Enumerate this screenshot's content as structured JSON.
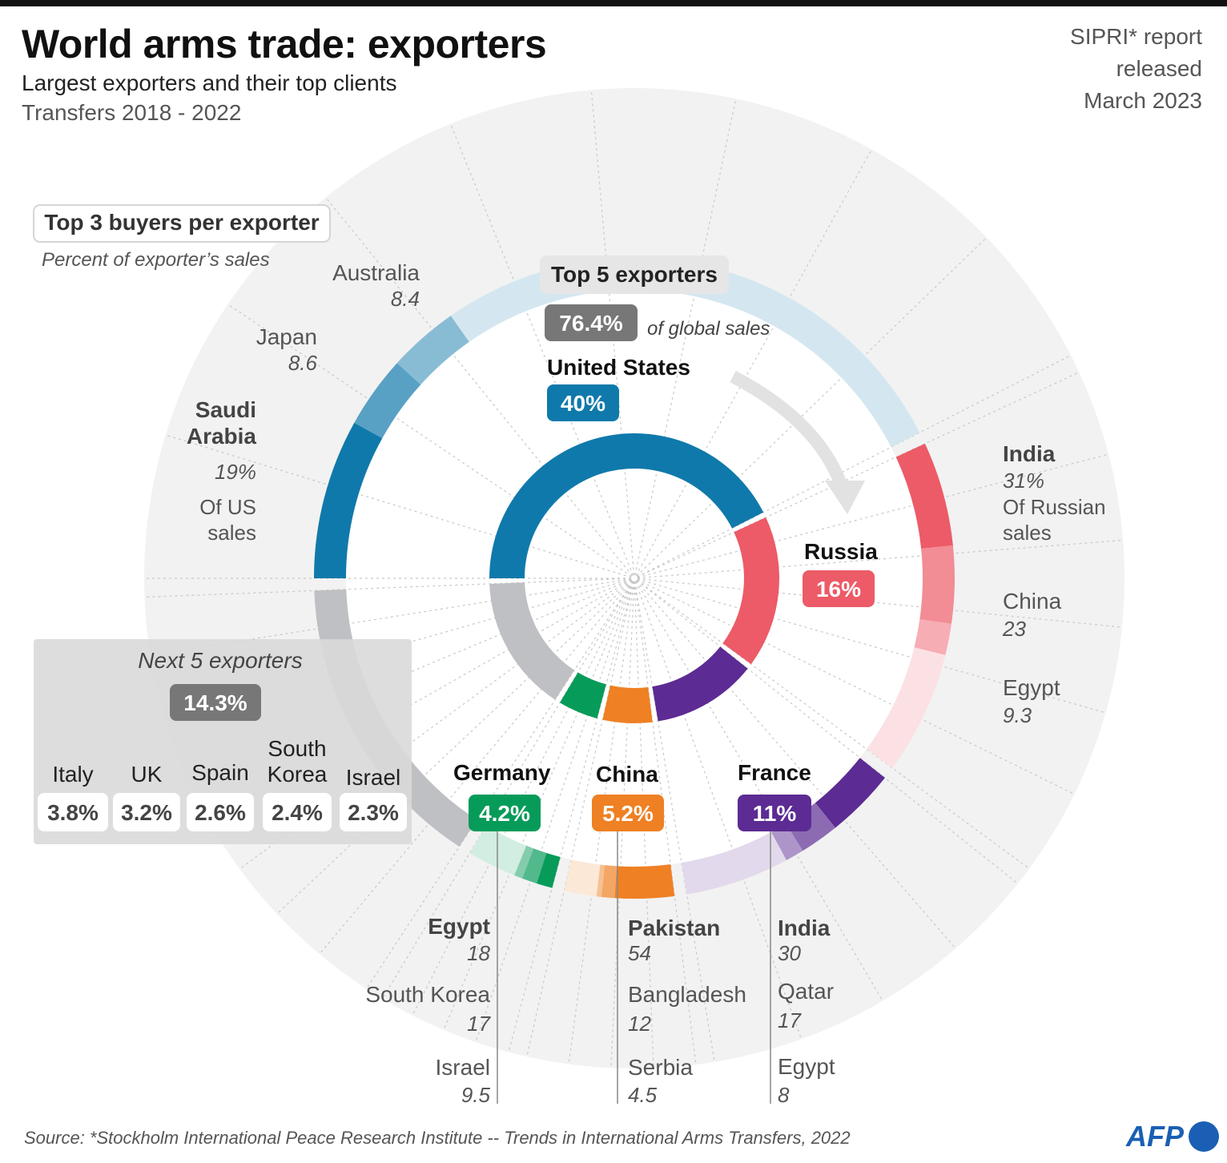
{
  "header": {
    "title": "World arms trade: exporters",
    "subtitle": "Largest exporters and their top clients",
    "period": "Transfers 2018 - 2022",
    "report": [
      "SIPRI* report",
      "released",
      "March 2023"
    ]
  },
  "chart_data": {
    "type": "pie",
    "subtype": "nested donut",
    "buyers_heading": "Top 3 buyers per exporter",
    "buyers_note": "Percent of exporter’s  sales",
    "top5_heading": "Top 5 exporters",
    "top5_total": "76.4%",
    "top5_total_note": "of global sales",
    "next5_heading": "Next 5 exporters",
    "next5_total": "14.3%",
    "exporters": [
      {
        "name": "United States",
        "share": 40,
        "label": "40%",
        "color": "#1079ab"
      },
      {
        "name": "Russia",
        "share": 16,
        "label": "16%",
        "color": "#ec5b67"
      },
      {
        "name": "France",
        "share": 11,
        "label": "11%",
        "color": "#5c2b93"
      },
      {
        "name": "China",
        "share": 5.2,
        "label": "5.2%",
        "color": "#ef8023"
      },
      {
        "name": "Germany",
        "share": 4.2,
        "label": "4.2%",
        "color": "#079b5a"
      },
      {
        "name": "Next 5 exporters",
        "share": 14.3,
        "label": "14.3%",
        "color": "#bfc0c3"
      }
    ],
    "next5": [
      {
        "name": "Italy",
        "label": "3.8%"
      },
      {
        "name": "UK",
        "label": "3.2%"
      },
      {
        "name": "Spain",
        "label": "2.6%"
      },
      {
        "name": "South Korea",
        "label": "2.4%"
      },
      {
        "name": "Israel",
        "label": "2.3%"
      }
    ],
    "buyers": {
      "United States": [
        {
          "name": "Saudi Arabia",
          "value": 19,
          "label": "19%",
          "note": "Of US sales"
        },
        {
          "name": "Japan",
          "value": 8.6,
          "label": "8.6"
        },
        {
          "name": "Australia",
          "value": 8.4,
          "label": "8.4"
        }
      ],
      "Russia": [
        {
          "name": "India",
          "value": 31,
          "label": "31%",
          "note": "Of Russian sales"
        },
        {
          "name": "China",
          "value": 23,
          "label": "23"
        },
        {
          "name": "Egypt",
          "value": 9.3,
          "label": "9.3"
        }
      ],
      "France": [
        {
          "name": "India",
          "value": 30,
          "label": "30"
        },
        {
          "name": "Qatar",
          "value": 17,
          "label": "17"
        },
        {
          "name": "Egypt",
          "value": 8,
          "label": "8"
        }
      ],
      "China": [
        {
          "name": "Pakistan",
          "value": 54,
          "label": "54"
        },
        {
          "name": "Bangladesh",
          "value": 12,
          "label": "12"
        },
        {
          "name": "Serbia",
          "value": 4.5,
          "label": "4.5"
        }
      ],
      "Germany": [
        {
          "name": "Egypt",
          "value": 18,
          "label": "18"
        },
        {
          "name": "South Korea",
          "value": 17,
          "label": "17"
        },
        {
          "name": "Israel",
          "value": 9.5,
          "label": "9.5"
        }
      ]
    }
  },
  "source": "Source: *Stockholm International Peace Research Institute -- Trends in International Arms Transfers, 2022",
  "logo": "AFP"
}
